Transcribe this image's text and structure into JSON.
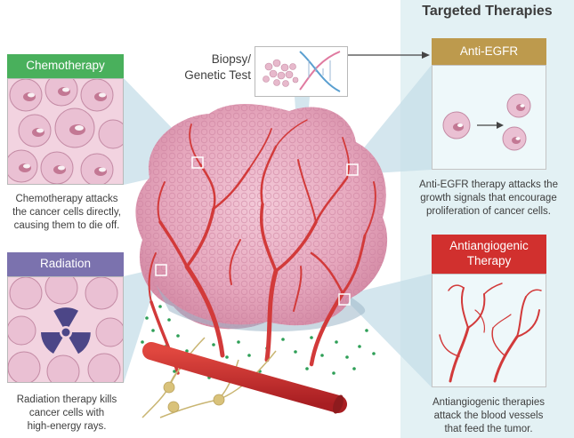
{
  "targeted_title": "Targeted Therapies",
  "chemotherapy": {
    "label": "Chemotherapy",
    "caption_lines": [
      "Chemotherapy attacks",
      "the cancer cells directly,",
      "causing them to die off."
    ],
    "color": "#49b05c"
  },
  "radiation": {
    "label": "Radiation",
    "caption_lines": [
      "Radiation therapy kills",
      "cancer cells with",
      "high-energy rays."
    ],
    "color": "#7b72ae"
  },
  "biopsy": {
    "label_lines": [
      "Biopsy/",
      "Genetic Test"
    ]
  },
  "anti_egfr": {
    "label": "Anti-EGFR",
    "caption_lines": [
      "Anti-EGFR therapy attacks the",
      "growth signals that encourage",
      "proliferation of cancer cells."
    ],
    "color": "#bd9a4d"
  },
  "antiangiogenic": {
    "label_lines": [
      "Antiangiogenic",
      "Therapy"
    ],
    "caption_lines": [
      "Antiangiogenic therapies",
      "attack the blood vessels",
      "that feed the tumor."
    ],
    "color": "#d1302e"
  },
  "colors": {
    "tumor": "#e6a7bd",
    "vessel": "#d23a3a",
    "nerve": "#c9b572",
    "dots": "#2e9f57",
    "targeted_background": "#e3f1f4"
  }
}
